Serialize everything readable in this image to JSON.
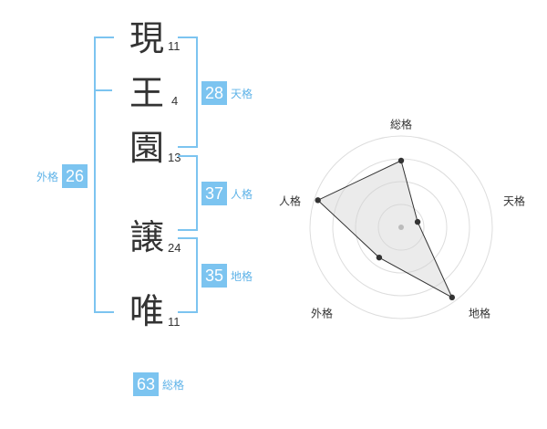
{
  "name": {
    "chars": [
      {
        "char": "現",
        "strokes": "11"
      },
      {
        "char": "王",
        "strokes": "4"
      },
      {
        "char": "園",
        "strokes": "13"
      },
      {
        "char": "譲",
        "strokes": "24"
      },
      {
        "char": "唯",
        "strokes": "11"
      }
    ]
  },
  "kaku": {
    "tenkaku": {
      "value": "28",
      "label": "天格"
    },
    "jinkaku": {
      "value": "37",
      "label": "人格"
    },
    "chikaku": {
      "value": "35",
      "label": "地格"
    },
    "gaikaku": {
      "value": "26",
      "label": "外格"
    },
    "soukaku": {
      "value": "63",
      "label": "総格"
    }
  },
  "colors": {
    "accent": "#7cc4f0",
    "label": "#5fb3e8",
    "text": "#333333"
  },
  "chart_data": {
    "type": "radar",
    "axes": [
      "総格",
      "天格",
      "地格",
      "外格",
      "人格"
    ],
    "values": [
      0.73,
      0.19,
      0.95,
      0.41,
      0.96
    ],
    "max": 1,
    "rings": 4
  }
}
